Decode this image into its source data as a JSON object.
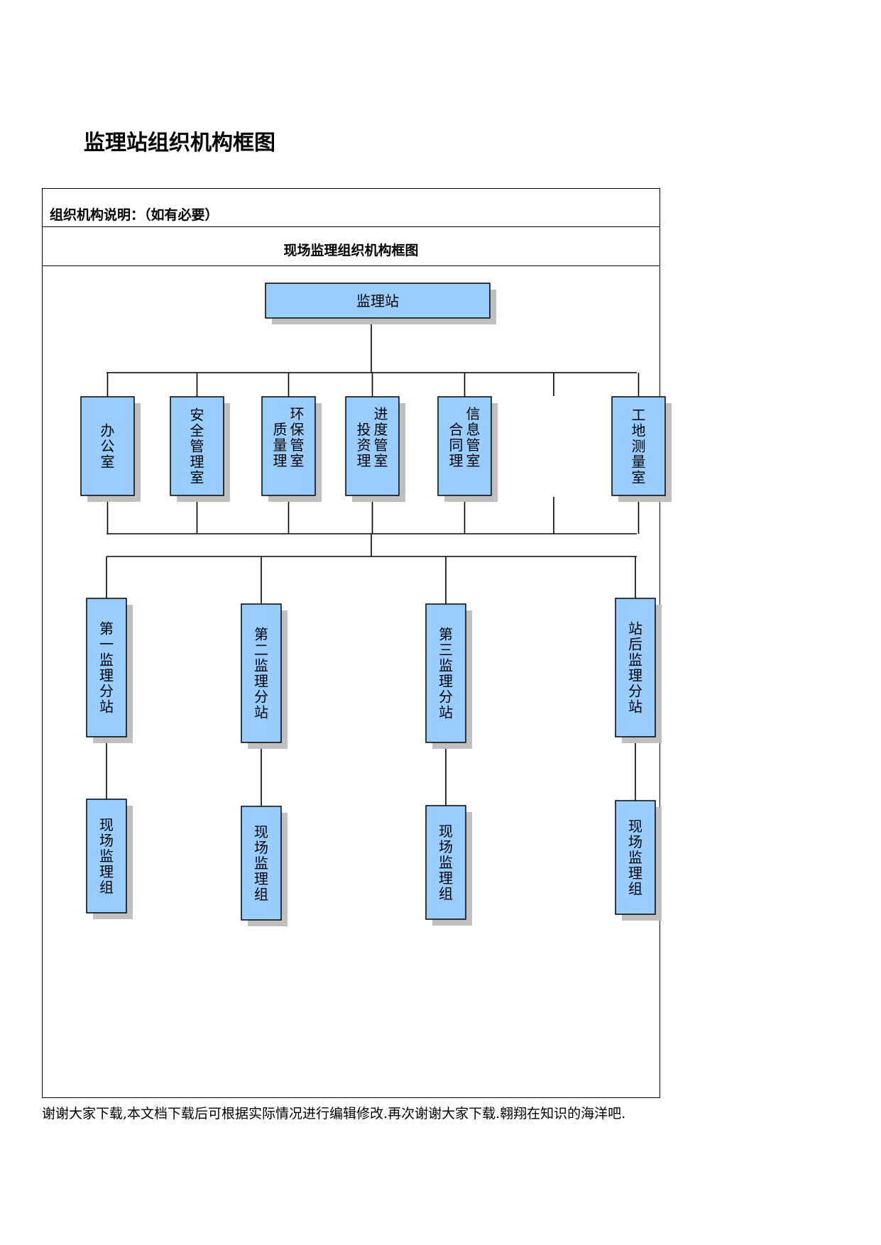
{
  "page_title": "监理站组织机构框图",
  "org_note": "组织机构说明：（如有必要）",
  "chart_title": "现场监理组织机构框图",
  "root": {
    "label": "监理站"
  },
  "departments": [
    {
      "label": "办公室"
    },
    {
      "label": "安全管理室"
    },
    {
      "label": "环质保量管理室"
    },
    {
      "label": "进投度资管理室"
    },
    {
      "label": "信合息同管理室"
    },
    {
      "label": "工地测量室"
    }
  ],
  "substations": [
    {
      "label": "第一监理分站",
      "group": "现场监理组"
    },
    {
      "label": "第二监理分站",
      "group": "现场监理组"
    },
    {
      "label": "第三监理分站",
      "group": "现场监理组"
    },
    {
      "label": "站后监理分站",
      "group": "现场监理组"
    }
  ],
  "footer": "谢谢大家下载,本文档下载后可根据实际情况进行编辑修改.再次谢谢大家下载.翱翔在知识的海洋吧.",
  "colors": {
    "box_fill": "#99ccff",
    "shadow": "#bfbfbf",
    "line": "#000000"
  }
}
